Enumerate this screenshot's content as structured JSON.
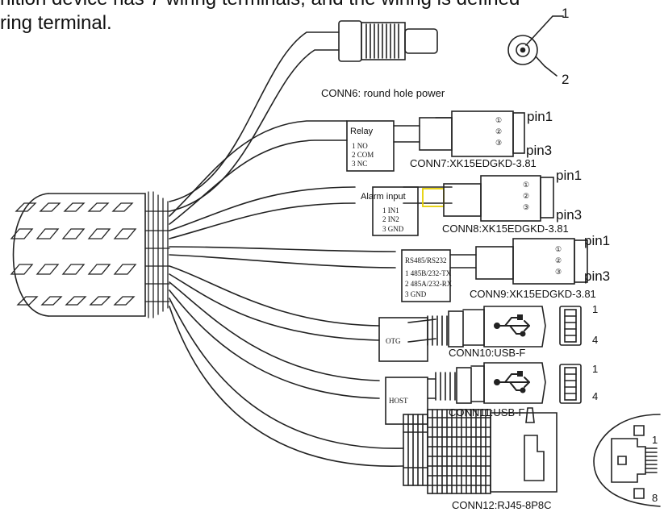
{
  "intro": {
    "line1": "nition device has 7 wiring terminals, and the wiring is defined",
    "line2": "ring terminal."
  },
  "power": {
    "label": "CONN6: round hole power",
    "pin_a": "1",
    "pin_b": "2"
  },
  "conn7": {
    "label": "CONN7:XK15EDGKD-3.81",
    "box_title": "Relay",
    "box_lines": [
      "1  NO",
      "2  COM",
      "3  NC"
    ],
    "pin_top": "pin1",
    "pin_bottom": "pin3",
    "circles": [
      "①",
      "②",
      "③"
    ]
  },
  "conn8": {
    "label": "CONN8:XK15EDGKD-3.81",
    "box_title": "Alarm input",
    "box_lines": [
      "1  IN1",
      "2  IN2",
      "3  GND"
    ],
    "pin_top": "pin1",
    "pin_bottom": "pin3",
    "circles": [
      "①",
      "②",
      "③"
    ]
  },
  "conn9": {
    "label": "CONN9:XK15EDGKD-3.81",
    "box_title": "RS485/RS232",
    "box_lines": [
      "1 485B/232-TX",
      "2 485A/232-RX",
      "3  GND"
    ],
    "pin_top": "pin1",
    "pin_bottom": "pin3",
    "circles": [
      "①",
      "②",
      "③"
    ]
  },
  "conn10": {
    "label": "CONN10:USB-F",
    "box_title": "OTG",
    "pin_top": "1",
    "pin_bottom": "4"
  },
  "conn11": {
    "label": "CONN11:USB-F",
    "box_title": "HOST",
    "pin_top": "1",
    "pin_bottom": "4"
  },
  "conn12": {
    "label": "CONN12:RJ45-8P8C",
    "pin_top": "1",
    "pin_bottom": "8"
  },
  "colors": {
    "line": "#222222",
    "highlight": "#e6d000",
    "background": "#ffffff"
  }
}
